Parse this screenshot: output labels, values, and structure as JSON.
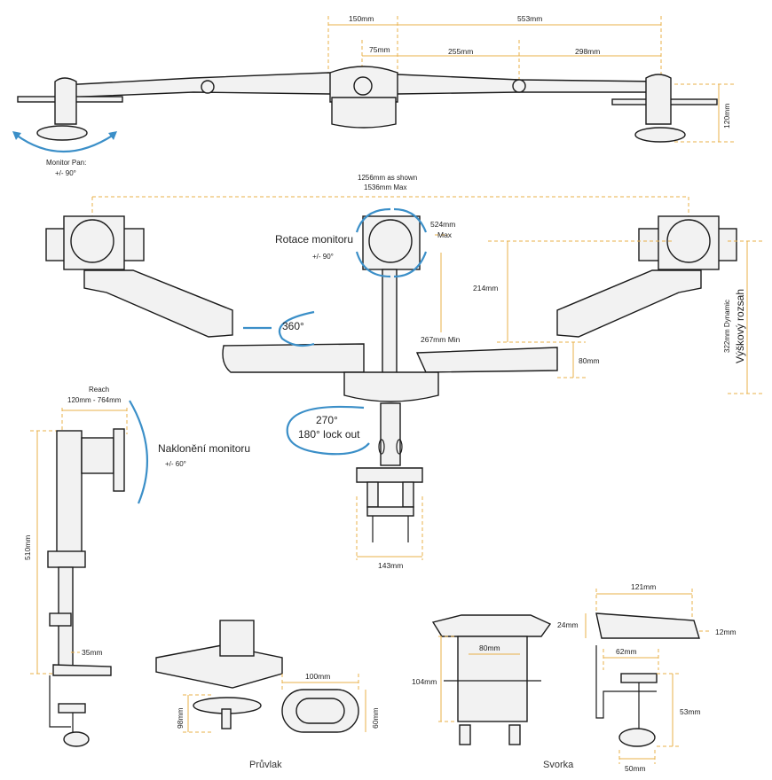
{
  "colors": {
    "dimension": "#e8b04a",
    "rotation": "#3b8fc8",
    "outline": "#1b1b1b"
  },
  "top_view": {
    "dims": {
      "d150": "150mm",
      "d553": "553mm",
      "d75": "75mm",
      "d255": "255mm",
      "d298": "298mm",
      "d120": "120mm"
    },
    "pan_label_1": "Monitor Pan:",
    "pan_label_2": "+/- 90°"
  },
  "front_view": {
    "width_1": "1256mm as shown",
    "width_2": "1536mm  Max",
    "rotation_title": "Rotace monitoru",
    "rotation_range": "+/- 90°",
    "d524_1": "524mm",
    "d524_2": "Max",
    "d214": "214mm",
    "d267": "267mm Min",
    "d80": "80mm",
    "d322": "322mm Dynamic",
    "height_range": "Výškový rozsah",
    "swivel": "360°",
    "lock_1": "270°",
    "lock_2": "180° lock out",
    "d143": "143mm"
  },
  "side_view": {
    "reach_1": "Reach",
    "reach_2": "120mm - 764mm",
    "tilt_title": "Naklonění monitoru",
    "tilt_range": "+/- 60°",
    "d510": "510mm",
    "d35": "35mm"
  },
  "grommet": {
    "caption": "Průvlak",
    "d100": "100mm",
    "d60": "60mm",
    "d98": "98mm"
  },
  "clamp": {
    "caption": "Svorka",
    "d80": "80mm",
    "d104": "104mm",
    "d121": "121mm",
    "d24": "24mm",
    "d12": "12mm",
    "d62": "62mm",
    "d53": "53mm",
    "d50": "50mm"
  }
}
